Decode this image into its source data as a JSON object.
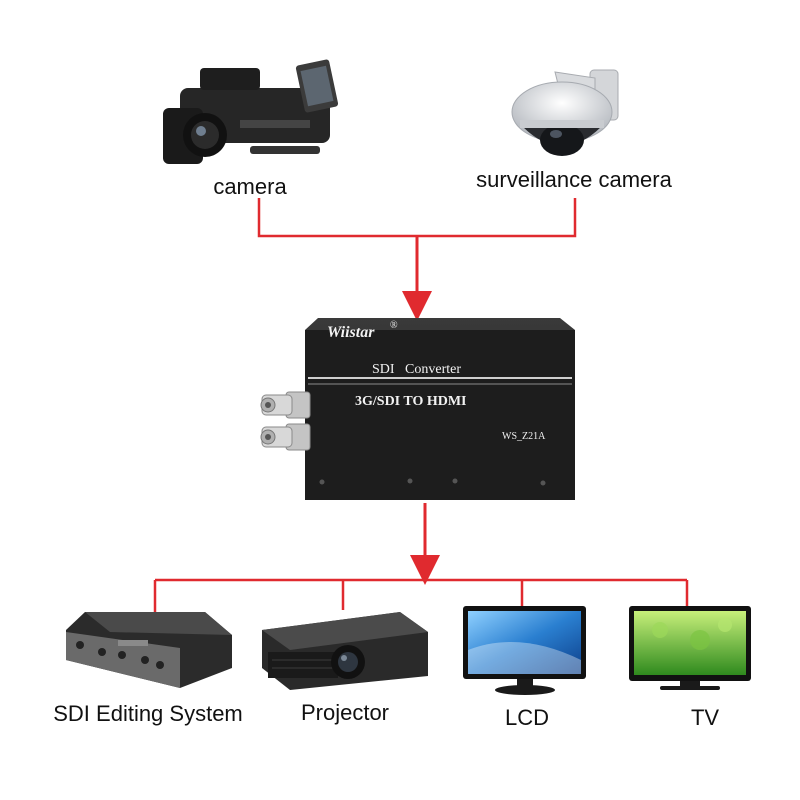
{
  "colors": {
    "connector": "#e02a2f",
    "device_body": "#1c1c1c",
    "screen_blue": "#2a7fd0",
    "screen_green": "#56b23a"
  },
  "sources": {
    "camera": {
      "label": "camera",
      "icon": "camcorder-icon"
    },
    "surveillance": {
      "label": "surveillance camera",
      "icon": "dome-camera-icon"
    }
  },
  "converter": {
    "brand": "Wiistar",
    "trademark": "®",
    "title": "SDI   Converter",
    "subtitle": "3G/SDI TO HDMI",
    "model": "WS_Z21A",
    "icon": "sdi-converter-box-icon"
  },
  "outputs": {
    "sdi_editing": {
      "label": "SDI Editing System",
      "icon": "editing-deck-icon"
    },
    "projector": {
      "label": "Projector",
      "icon": "projector-icon"
    },
    "lcd": {
      "label": "LCD",
      "icon": "lcd-monitor-icon"
    },
    "tv": {
      "label": "TV",
      "icon": "tv-icon"
    }
  }
}
